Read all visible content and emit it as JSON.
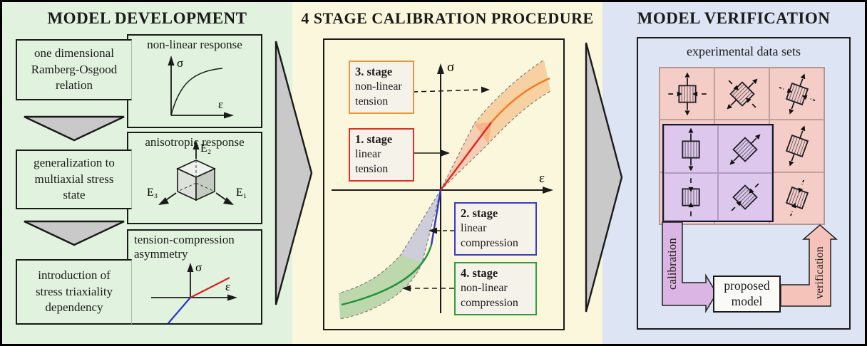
{
  "colors": {
    "dev_bg": "#e1f3de",
    "cal_bg": "#fbf7dc",
    "ver_bg": "#dde4f3",
    "arrow_gray": "#c9c9c9",
    "pink_cell": "#f4cdc6",
    "purple_cell": "#ddc7ec",
    "calibration_band": "#dbb5e3",
    "verification_band": "#f5c3ba",
    "tension_linear": "#e02424",
    "tension_nonlinear": "#f37b1e",
    "compression_linear": "#2a35cf",
    "compression_nonlinear": "#21913d"
  },
  "development": {
    "title": "MODEL DEVELOPMENT",
    "rows": [
      {
        "left_lines": [
          "one dimensional",
          "Ramberg-Osgood",
          "relation"
        ],
        "right_title": "non-linear response",
        "icon": "stress-strain-curve"
      },
      {
        "left_lines": [
          "generalization to",
          "multiaxial stress",
          "state"
        ],
        "right_title": "anisotropic response",
        "icon": "anisotropy-cube"
      },
      {
        "left_lines": [
          "introduction of",
          "stress triaxiality",
          "dependency"
        ],
        "right_title": "tension-compression",
        "right_title2": "asymmetry",
        "icon": "asymmetry-graph"
      }
    ],
    "labels": {
      "sigma": "σ",
      "epsilon": "ε",
      "e1": "E₁",
      "e2": "E₂",
      "e3": "E₃"
    }
  },
  "calibration": {
    "title": "4 STAGE CALIBRATION PROCEDURE",
    "labels": {
      "sigma": "σ",
      "epsilon": "ε"
    },
    "stages": [
      {
        "num": "3. stage",
        "line1": "non-linear",
        "line2": "tension",
        "color": "#e8973f"
      },
      {
        "num": "1. stage",
        "line1": "linear",
        "line2": "tension",
        "color": "#e03028"
      },
      {
        "num": "2. stage",
        "line1": "linear",
        "line2": "compression",
        "color": "#3a3ad0"
      },
      {
        "num": "4. stage",
        "line1": "non-linear",
        "line2": "compression",
        "color": "#2f9e41"
      }
    ]
  },
  "verification": {
    "title": "MODEL VERIFICATION",
    "datasets_label": "experimental data sets",
    "calibration_label": "calibration",
    "verification_label": "verification",
    "model_line1": "proposed",
    "model_line2": "model",
    "grid_cells": [
      {
        "rot": 0,
        "tension": true,
        "compression": "h",
        "dashed": false
      },
      {
        "rot": 45,
        "tension": true,
        "compression": "h",
        "dashed": false
      },
      {
        "rot": 20,
        "tension": true,
        "compression": "h",
        "dashed": true
      },
      null,
      null,
      {
        "rot": 20,
        "tension": true,
        "compression": null,
        "dashed": false
      },
      null,
      null,
      {
        "rot": 20,
        "tension": false,
        "compression": "v",
        "dashed": true
      }
    ],
    "purple_cells": [
      {
        "rot": 0,
        "tension": true,
        "compression": null,
        "dashed": false
      },
      {
        "rot": 45,
        "tension": true,
        "compression": null,
        "dashed": false
      },
      {
        "rot": 0,
        "tension": false,
        "compression": "v",
        "dashed": false
      },
      {
        "rot": 45,
        "tension": false,
        "compression": "v",
        "dashed": false
      }
    ]
  }
}
